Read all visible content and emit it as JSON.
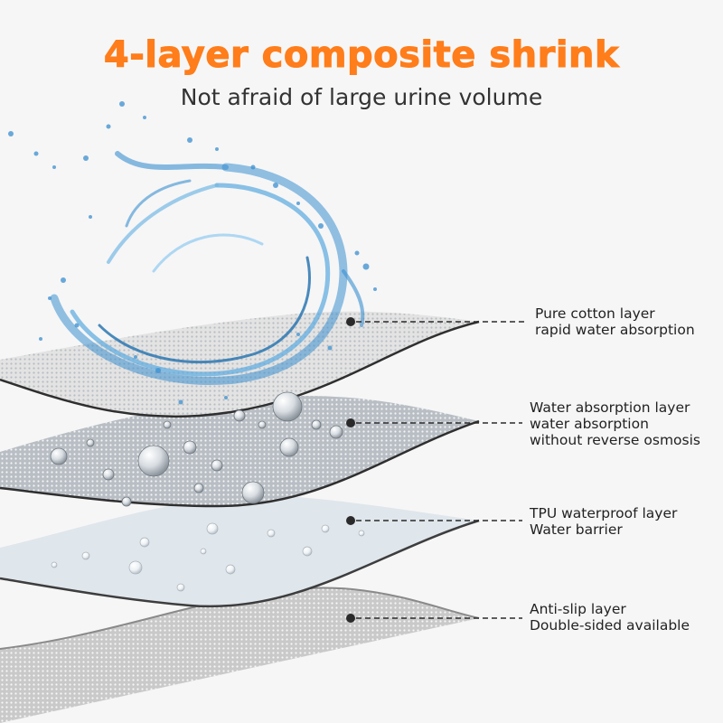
{
  "title": "4-layer composite shrink",
  "subtitle": "Not afraid of large urine volume",
  "colors": {
    "title": "#ff7d1a",
    "water": "#3a8fd0",
    "cotton": "#e4e4e4",
    "absorption": "#b6bcc2",
    "tpu": "#dde4ea",
    "antislip": "#c7c7c7"
  },
  "layers": [
    {
      "lines": [
        "Pure cotton layer",
        "rapid water absorption"
      ]
    },
    {
      "lines": [
        "Water absorption layer",
        "water absorption",
        "without reverse osmosis"
      ]
    },
    {
      "lines": [
        "TPU waterproof layer",
        "Water barrier"
      ]
    },
    {
      "lines": [
        "Anti-slip layer",
        "Double-sided available"
      ]
    }
  ]
}
